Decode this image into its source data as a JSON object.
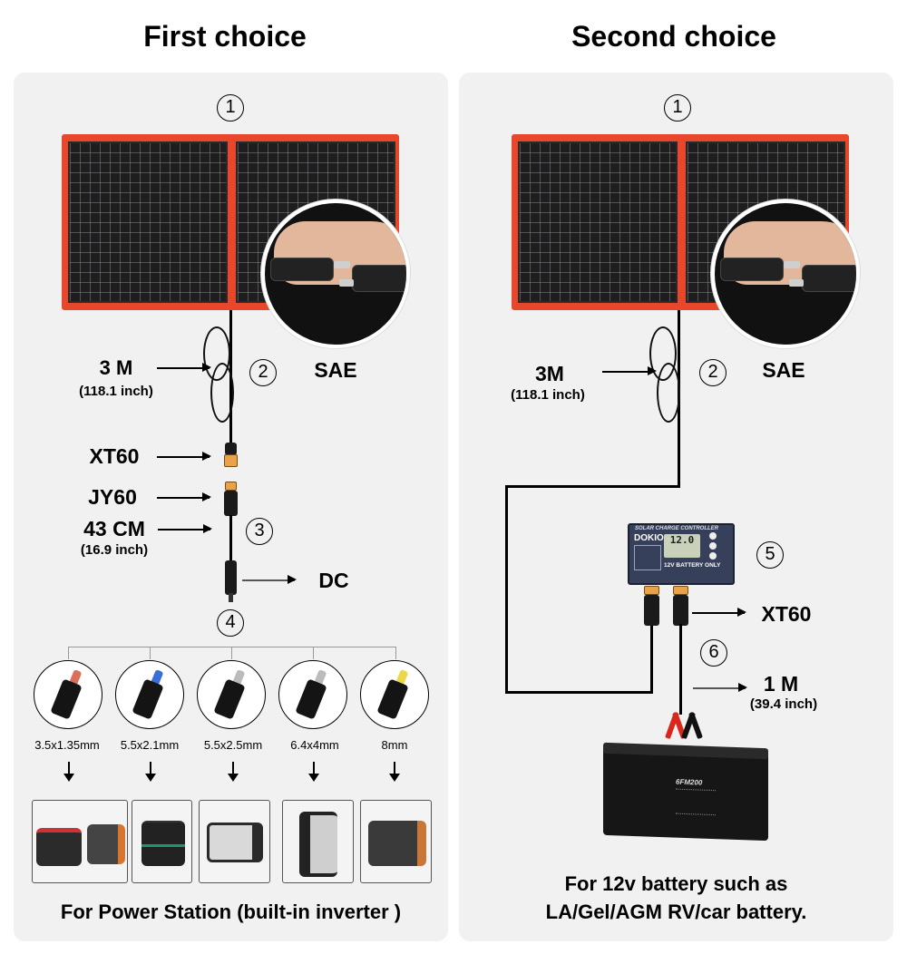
{
  "first_choice": {
    "title": "First choice",
    "steps": {
      "s1": "1",
      "s2": "2",
      "s3": "3",
      "s4": "4"
    },
    "cable_length": "3 M",
    "cable_length_inch": "(118.1 inch)",
    "connector_top": "SAE",
    "xt60_label": "XT60",
    "jy60_label": "JY60",
    "adapter_length": "43 CM",
    "adapter_length_inch": "(16.9 inch)",
    "dc_label": "DC",
    "tips": [
      {
        "label": "3.5x1.35mm",
        "tip_color": "#d9705a"
      },
      {
        "label": "5.5x2.1mm",
        "tip_color": "#3a6fd8"
      },
      {
        "label": "5.5x2.5mm",
        "tip_color": "#cccccc"
      },
      {
        "label": "6.4x4mm",
        "tip_color": "#cccccc"
      },
      {
        "label": "8mm",
        "tip_color": "#e8d84a"
      }
    ],
    "power_stations": [
      "power-station-pair",
      "power-station-green-stripe",
      "power-station-silver",
      "power-station-upright",
      "power-station-orange"
    ],
    "caption": "For Power Station (built-in inverter )"
  },
  "second_choice": {
    "title": "Second choice",
    "steps": {
      "s1": "1",
      "s2": "2",
      "s5": "5",
      "s6": "6"
    },
    "cable_length": "3M",
    "cable_length_inch": "(118.1 inch)",
    "connector_top": "SAE",
    "controller": {
      "header": "SOLAR CHARGE CONTROLLER",
      "brand": "DOKIO",
      "display": "12.0",
      "note": "12V BATTERY ONLY"
    },
    "xt60_label": "XT60",
    "output_length": "1 M",
    "output_length_inch": "(39.4 inch)",
    "battery_model": "6FM200",
    "caption_line1": "For 12v battery such as",
    "caption_line2": "LA/Gel/AGM RV/car battery."
  },
  "colors": {
    "panel_bg": "#f1f1f1",
    "solar_frame": "#e8472b",
    "clip_red": "#d8281e",
    "clip_black": "#111111",
    "xt60_orange": "#e8a24a"
  }
}
